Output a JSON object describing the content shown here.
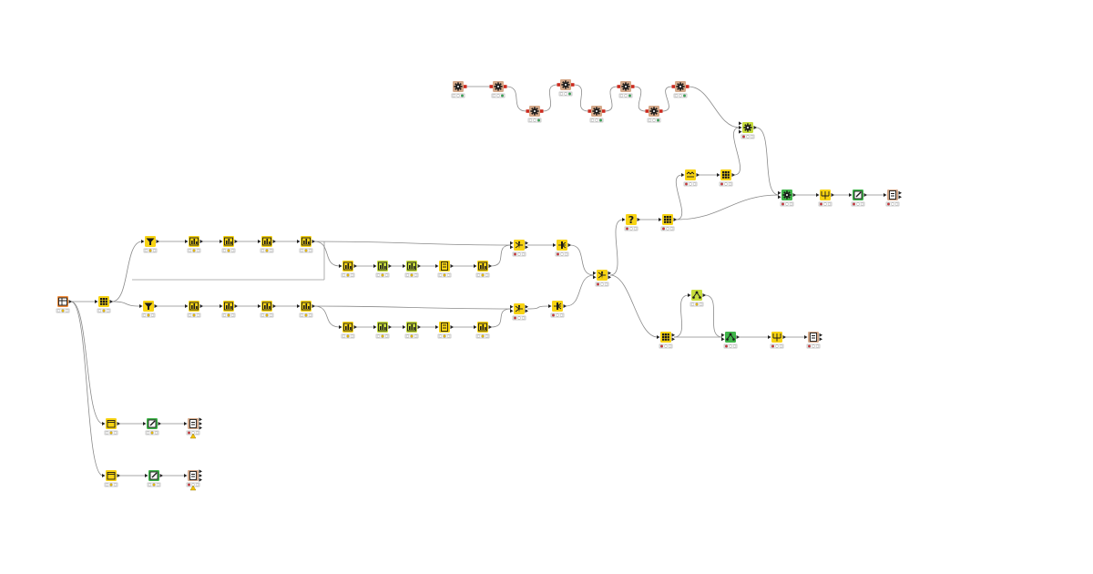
{
  "colors": {
    "background": "#ffffff",
    "connection": "#8a8a8a",
    "port": "#222222",
    "port_flow": "#cc2a1e",
    "status_frame": "#9a9a9a",
    "status_on": "#32a852",
    "status_warn": "#e6b800",
    "status_err": "#d0343b",
    "warning": "#f2c200",
    "reader": "#f08c3a",
    "manipulator": "#f7d313",
    "learner": "#c6dc3c",
    "predictor": "#3fb449",
    "other": "#d5a98a"
  },
  "nodes": [
    {
      "id": "n1",
      "kind": "reader",
      "icon": "table-reader-icon",
      "status": "off",
      "inputs": 0,
      "outputs": 1
    },
    {
      "id": "n2",
      "kind": "manipulator",
      "icon": "grid-icon",
      "status": "off",
      "inputs": 1,
      "outputs": 1
    },
    {
      "id": "n3",
      "kind": "manipulator",
      "icon": "funnel-icon",
      "status": "off",
      "inputs": 1,
      "outputs": 1
    },
    {
      "id": "n4",
      "kind": "manipulator",
      "icon": "chart-table-icon",
      "status": "off",
      "inputs": 1,
      "outputs": 1
    },
    {
      "id": "n5",
      "kind": "manipulator",
      "icon": "chart-table-icon",
      "status": "off",
      "inputs": 1,
      "outputs": 1
    },
    {
      "id": "n6",
      "kind": "manipulator",
      "icon": "chart-table-icon",
      "status": "off",
      "inputs": 1,
      "outputs": 1
    },
    {
      "id": "n7",
      "kind": "manipulator",
      "icon": "chart-table-icon",
      "status": "off",
      "inputs": 1,
      "outputs": 1
    },
    {
      "id": "n8",
      "kind": "manipulator",
      "icon": "chart-table-icon",
      "status": "off",
      "inputs": 1,
      "outputs": 1
    },
    {
      "id": "n9",
      "kind": "learner",
      "icon": "chart-table-icon",
      "status": "off",
      "inputs": 1,
      "outputs": 1
    },
    {
      "id": "n10",
      "kind": "learner",
      "icon": "chart-table-icon",
      "status": "off",
      "inputs": 1,
      "outputs": 1
    },
    {
      "id": "n11",
      "kind": "manipulator",
      "icon": "calculator-icon",
      "status": "off",
      "inputs": 1,
      "outputs": 1
    },
    {
      "id": "n12",
      "kind": "manipulator",
      "icon": "chart-table-icon",
      "status": "off",
      "inputs": 1,
      "outputs": 1
    },
    {
      "id": "n13",
      "kind": "manipulator",
      "icon": "join-icon",
      "status": "err",
      "inputs": 2,
      "outputs": 2
    },
    {
      "id": "n14",
      "kind": "manipulator",
      "icon": "split-icon",
      "status": "err",
      "inputs": 1,
      "outputs": 1
    },
    {
      "id": "n15",
      "kind": "manipulator",
      "icon": "funnel-icon",
      "status": "off",
      "inputs": 1,
      "outputs": 1
    },
    {
      "id": "n16",
      "kind": "manipulator",
      "icon": "chart-table-icon",
      "status": "off",
      "inputs": 1,
      "outputs": 1
    },
    {
      "id": "n17",
      "kind": "manipulator",
      "icon": "chart-table-icon",
      "status": "off",
      "inputs": 1,
      "outputs": 1
    },
    {
      "id": "n18",
      "kind": "manipulator",
      "icon": "chart-table-icon",
      "status": "off",
      "inputs": 1,
      "outputs": 1
    },
    {
      "id": "n19",
      "kind": "manipulator",
      "icon": "chart-table-icon",
      "status": "off",
      "inputs": 1,
      "outputs": 1
    },
    {
      "id": "n20",
      "kind": "manipulator",
      "icon": "chart-table-icon",
      "status": "off",
      "inputs": 1,
      "outputs": 1
    },
    {
      "id": "n21",
      "kind": "learner",
      "icon": "chart-table-icon",
      "status": "off",
      "inputs": 1,
      "outputs": 1
    },
    {
      "id": "n22",
      "kind": "learner",
      "icon": "chart-table-icon",
      "status": "off",
      "inputs": 1,
      "outputs": 1
    },
    {
      "id": "n23",
      "kind": "manipulator",
      "icon": "calculator-icon",
      "status": "off",
      "inputs": 1,
      "outputs": 1
    },
    {
      "id": "n24",
      "kind": "manipulator",
      "icon": "chart-table-icon",
      "status": "off",
      "inputs": 1,
      "outputs": 1
    },
    {
      "id": "n25",
      "kind": "manipulator",
      "icon": "join-icon",
      "status": "err",
      "inputs": 2,
      "outputs": 2
    },
    {
      "id": "n26",
      "kind": "manipulator",
      "icon": "split-icon",
      "status": "err",
      "inputs": 1,
      "outputs": 1
    },
    {
      "id": "n27",
      "kind": "manipulator",
      "icon": "join-icon",
      "status": "err",
      "inputs": 2,
      "outputs": 2
    },
    {
      "id": "n28",
      "kind": "manipulator",
      "icon": "question-icon",
      "status": "err",
      "inputs": 1,
      "outputs": 1
    },
    {
      "id": "n29",
      "kind": "manipulator",
      "icon": "grid-icon",
      "status": "err",
      "inputs": 1,
      "outputs": 1
    },
    {
      "id": "n30",
      "kind": "manipulator",
      "icon": "column-filter-icon",
      "status": "err",
      "inputs": 1,
      "outputs": 1
    },
    {
      "id": "n31",
      "kind": "manipulator",
      "icon": "grid-icon",
      "status": "err",
      "inputs": 1,
      "outputs": 1
    },
    {
      "id": "n32",
      "kind": "other",
      "icon": "gear-icon",
      "status": "ok",
      "inputs": 0,
      "outputs": 1
    },
    {
      "id": "n33",
      "kind": "other",
      "icon": "gear-icon",
      "status": "ok",
      "inputs": 1,
      "outputs": 1
    },
    {
      "id": "n34",
      "kind": "other",
      "icon": "gear-icon",
      "status": "ok",
      "inputs": 1,
      "outputs": 1
    },
    {
      "id": "n35",
      "kind": "other",
      "icon": "gear-icon",
      "status": "ok",
      "inputs": 1,
      "outputs": 1
    },
    {
      "id": "n36",
      "kind": "other",
      "icon": "gear-icon",
      "status": "ok",
      "inputs": 1,
      "outputs": 1
    },
    {
      "id": "n37",
      "kind": "other",
      "icon": "gear-icon",
      "status": "ok",
      "inputs": 1,
      "outputs": 1
    },
    {
      "id": "n38",
      "kind": "other",
      "icon": "gear-icon",
      "status": "ok",
      "inputs": 1,
      "outputs": 1
    },
    {
      "id": "n39",
      "kind": "other",
      "icon": "gear-icon",
      "status": "ok",
      "inputs": 1,
      "outputs": 1
    },
    {
      "id": "n40",
      "kind": "learner",
      "icon": "gear-icon",
      "status": "err",
      "inputs": 3,
      "outputs": 1
    },
    {
      "id": "n41",
      "kind": "predictor",
      "icon": "gear-icon",
      "status": "err",
      "inputs": 2,
      "outputs": 1
    },
    {
      "id": "n42",
      "kind": "manipulator",
      "icon": "scorer-icon",
      "status": "err",
      "inputs": 1,
      "outputs": 1
    },
    {
      "id": "n43",
      "kind": "predictor",
      "icon": "writer-icon",
      "status": "err",
      "inputs": 1,
      "outputs": 1
    },
    {
      "id": "n44",
      "kind": "other",
      "icon": "report-icon",
      "status": "err",
      "inputs": 1,
      "outputs": 2
    },
    {
      "id": "n45",
      "kind": "manipulator",
      "icon": "grid-icon",
      "status": "err",
      "inputs": 1,
      "outputs": 2
    },
    {
      "id": "n46",
      "kind": "learner",
      "icon": "tree-learner-icon",
      "status": "off",
      "inputs": 1,
      "outputs": 1
    },
    {
      "id": "n47",
      "kind": "predictor",
      "icon": "tree-predictor-icon",
      "status": "err",
      "inputs": 2,
      "outputs": 1
    },
    {
      "id": "n48",
      "kind": "manipulator",
      "icon": "scorer-icon",
      "status": "err",
      "inputs": 1,
      "outputs": 1
    },
    {
      "id": "n49",
      "kind": "other",
      "icon": "report-icon",
      "status": "err",
      "inputs": 1,
      "outputs": 2
    },
    {
      "id": "n50",
      "kind": "manipulator",
      "icon": "calendar-icon",
      "status": "off",
      "inputs": 1,
      "outputs": 1
    },
    {
      "id": "n51",
      "kind": "predictor",
      "icon": "writer-icon",
      "status": "off",
      "inputs": 1,
      "outputs": 1
    },
    {
      "id": "n52",
      "kind": "other",
      "icon": "report-icon",
      "status": "err",
      "inputs": 1,
      "outputs": 3,
      "warning": true
    },
    {
      "id": "n53",
      "kind": "manipulator",
      "icon": "calendar-icon",
      "status": "off",
      "inputs": 1,
      "outputs": 1
    },
    {
      "id": "n54",
      "kind": "predictor",
      "icon": "writer-icon",
      "status": "off",
      "inputs": 1,
      "outputs": 1
    },
    {
      "id": "n55",
      "kind": "other",
      "icon": "report-icon",
      "status": "err",
      "inputs": 1,
      "outputs": 3,
      "warning": true
    }
  ],
  "connections": [
    [
      "n1",
      "n2"
    ],
    [
      "n2",
      "n3"
    ],
    [
      "n2",
      "n15"
    ],
    [
      "n1",
      "n50"
    ],
    [
      "n1",
      "n53"
    ],
    [
      "n3",
      "n4"
    ],
    [
      "n4",
      "n5"
    ],
    [
      "n5",
      "n6"
    ],
    [
      "n6",
      "n7"
    ],
    [
      "n7",
      "n13"
    ],
    [
      "n7",
      "n8"
    ],
    [
      "n8",
      "n9"
    ],
    [
      "n9",
      "n10"
    ],
    [
      "n10",
      "n11"
    ],
    [
      "n11",
      "n12"
    ],
    [
      "n12",
      "n13"
    ],
    [
      "n13",
      "n14"
    ],
    [
      "n15",
      "n16"
    ],
    [
      "n16",
      "n17"
    ],
    [
      "n17",
      "n18"
    ],
    [
      "n18",
      "n19"
    ],
    [
      "n19",
      "n25"
    ],
    [
      "n19",
      "n20"
    ],
    [
      "n20",
      "n21"
    ],
    [
      "n21",
      "n22"
    ],
    [
      "n22",
      "n23"
    ],
    [
      "n23",
      "n24"
    ],
    [
      "n24",
      "n25"
    ],
    [
      "n25",
      "n26"
    ],
    [
      "n14",
      "n27"
    ],
    [
      "n26",
      "n27"
    ],
    [
      "n27",
      "n28"
    ],
    [
      "n28",
      "n29"
    ],
    [
      "n29",
      "n30"
    ],
    [
      "n30",
      "n31"
    ],
    [
      "n31",
      "n40"
    ],
    [
      "n29",
      "n41"
    ],
    [
      "n32",
      "n33"
    ],
    [
      "n33",
      "n34"
    ],
    [
      "n34",
      "n35"
    ],
    [
      "n35",
      "n36"
    ],
    [
      "n36",
      "n37"
    ],
    [
      "n37",
      "n38"
    ],
    [
      "n38",
      "n39"
    ],
    [
      "n39",
      "n40"
    ],
    [
      "n40",
      "n41"
    ],
    [
      "n41",
      "n42"
    ],
    [
      "n42",
      "n43"
    ],
    [
      "n43",
      "n44"
    ],
    [
      "n27",
      "n45"
    ],
    [
      "n45",
      "n46"
    ],
    [
      "n45",
      "n47"
    ],
    [
      "n46",
      "n47"
    ],
    [
      "n47",
      "n48"
    ],
    [
      "n48",
      "n49"
    ],
    [
      "n50",
      "n51"
    ],
    [
      "n51",
      "n52"
    ],
    [
      "n53",
      "n54"
    ],
    [
      "n54",
      "n55"
    ]
  ]
}
